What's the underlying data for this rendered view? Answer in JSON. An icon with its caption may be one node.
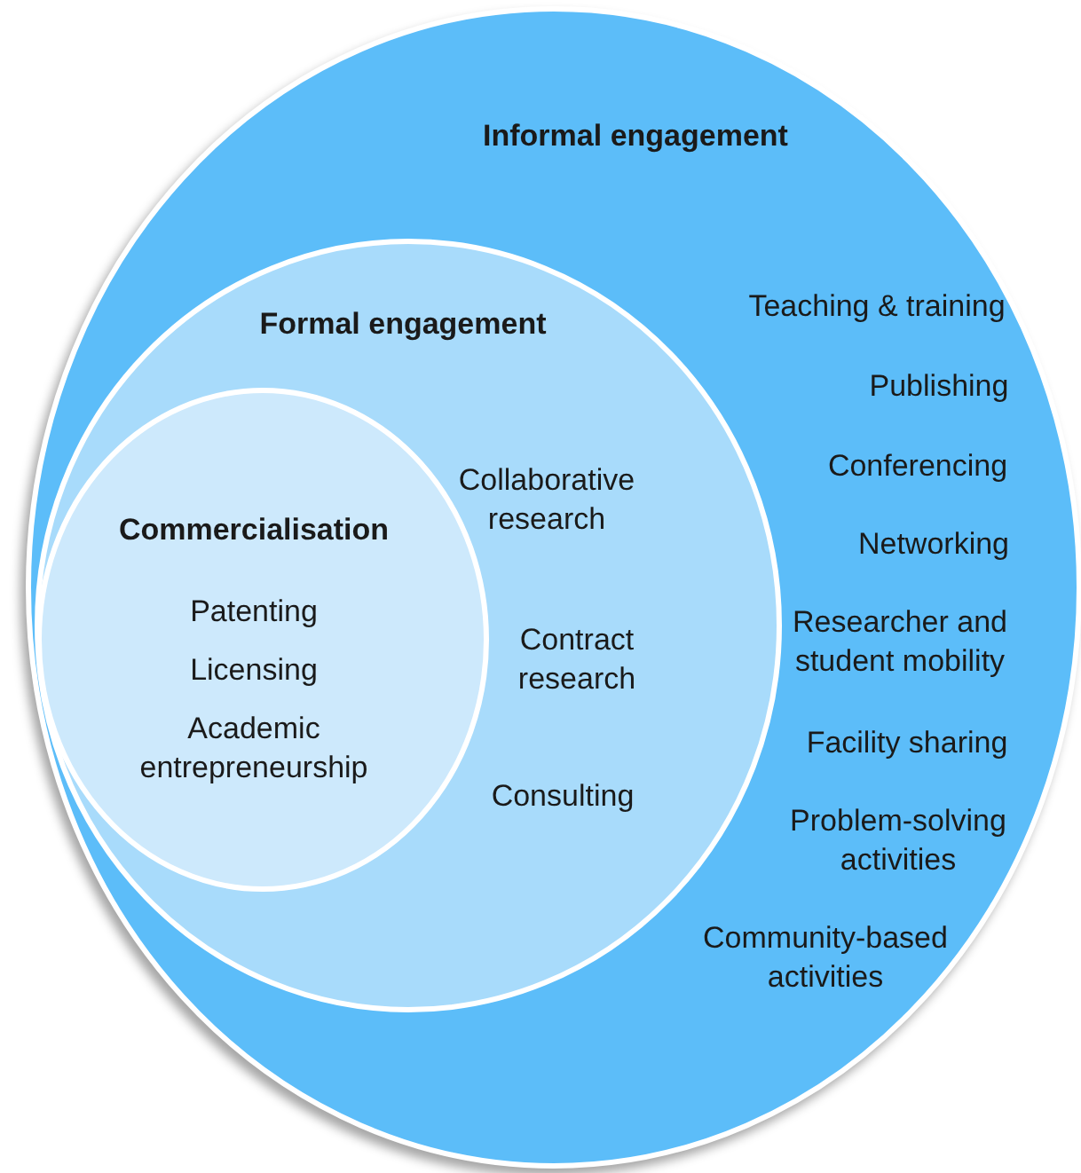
{
  "diagram": {
    "nodes": [
      {
        "text": [
          "Informal engagement",
          "Teaching & training",
          "Publishing",
          "Conferencing",
          "Networking",
          "Researcher and student mobility",
          "Facility sharing",
          "Problem-solving activities",
          "Community-based activities"
        ]
      },
      {
        "text": [
          "Formal engagement",
          "Collaborative research",
          "Contract research",
          "Consulting"
        ],
        "in": 0
      },
      {
        "text": [
          "Commercialisation",
          "Patenting",
          "Licensing",
          "Academic entrepreneurship"
        ],
        "in": 1
      }
    ],
    "edges": []
  }
}
